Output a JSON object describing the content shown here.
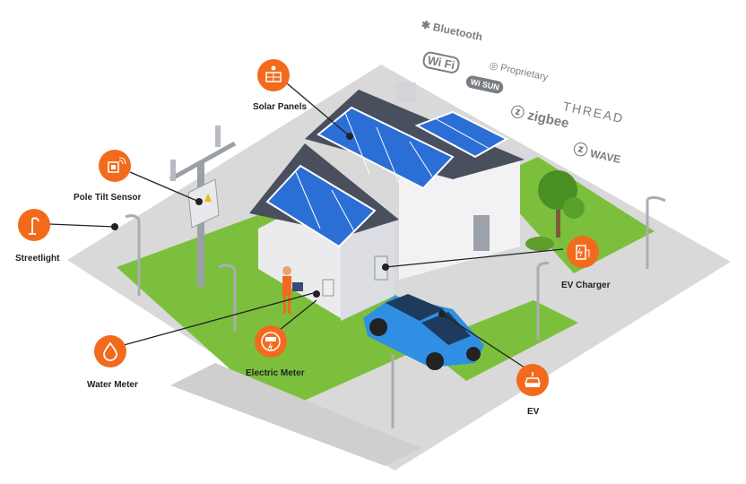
{
  "accent_color": "#f26b1d",
  "devices": [
    {
      "id": "solar-panels",
      "label": "Solar Panels",
      "icon": "solar-panel-icon"
    },
    {
      "id": "pole-tilt-sensor",
      "label": "Pole Tilt Sensor",
      "icon": "chip-wifi-icon"
    },
    {
      "id": "streetlight",
      "label": "Streetlight",
      "icon": "streetlight-icon"
    },
    {
      "id": "water-meter",
      "label": "Water Meter",
      "icon": "water-drop-icon"
    },
    {
      "id": "electric-meter",
      "label": "Electric Meter",
      "icon": "electric-meter-icon"
    },
    {
      "id": "ev-charger",
      "label": "EV Charger",
      "icon": "ev-charger-icon"
    },
    {
      "id": "ev",
      "label": "EV",
      "icon": "electric-vehicle-icon"
    }
  ],
  "protocols": [
    {
      "id": "bluetooth",
      "label": "Bluetooth",
      "icon": "bluetooth-icon"
    },
    {
      "id": "wifi",
      "label": "Wi Fi",
      "icon": "wifi-icon"
    },
    {
      "id": "proprietary",
      "label": "Proprietary",
      "icon": "radio-waves-icon"
    },
    {
      "id": "wisun",
      "label": "Wi SUN",
      "icon": "wisun-icon"
    },
    {
      "id": "thread",
      "label": "THREAD",
      "icon": "thread-icon"
    },
    {
      "id": "zigbee",
      "label": "zigbee",
      "icon": "zigbee-icon"
    },
    {
      "id": "zwave",
      "label": "WAVE",
      "icon": "zwave-icon"
    }
  ]
}
